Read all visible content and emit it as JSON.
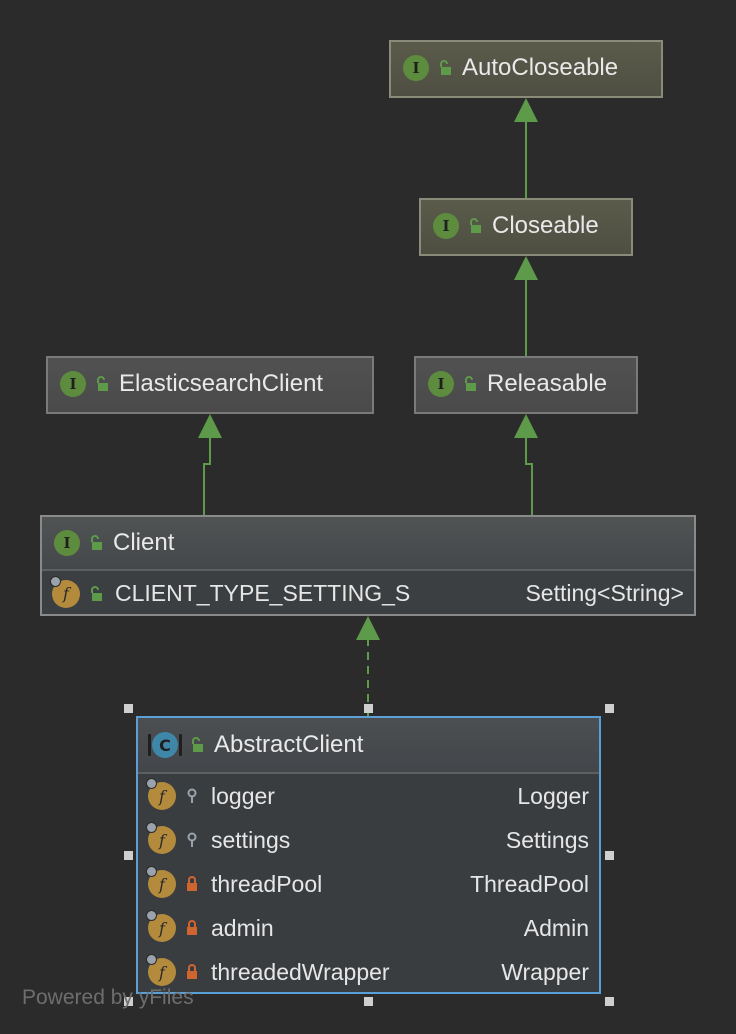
{
  "nodes": {
    "autocloseable": {
      "name": "AutoCloseable",
      "kind_icon": "interface-icon",
      "badge": "I"
    },
    "closeable": {
      "name": "Closeable",
      "kind_icon": "interface-icon",
      "badge": "I"
    },
    "elasticsearchclient": {
      "name": "ElasticsearchClient",
      "kind_icon": "interface-icon",
      "badge": "I"
    },
    "releasable": {
      "name": "Releasable",
      "kind_icon": "interface-icon",
      "badge": "I"
    },
    "client": {
      "name": "Client",
      "kind_icon": "interface-icon",
      "badge": "I",
      "fields": [
        {
          "name": "CLIENT_TYPE_SETTING_S",
          "type": "Setting<String>",
          "visibility": "public"
        }
      ]
    },
    "abstractclient": {
      "name": "AbstractClient",
      "kind_icon": "abstract-class-icon",
      "badge": "C",
      "fields": [
        {
          "name": "logger",
          "type": "Logger",
          "visibility": "package"
        },
        {
          "name": "settings",
          "type": "Settings",
          "visibility": "package"
        },
        {
          "name": "threadPool",
          "type": "ThreadPool",
          "visibility": "private"
        },
        {
          "name": "admin",
          "type": "Admin",
          "visibility": "private"
        },
        {
          "name": "threadedWrapper",
          "type": "Wrapper",
          "visibility": "private"
        }
      ]
    }
  },
  "field_badge": "f",
  "watermark": "Powered by yFiles",
  "colors": {
    "background": "#2b2b2b",
    "edge": "#5d9a4a",
    "selection": "#5a9fd6",
    "interface_badge": "#5d8c3f",
    "class_badge": "#3e87a8",
    "field_badge": "#b48b3c",
    "private_lock": "#d0652f"
  }
}
